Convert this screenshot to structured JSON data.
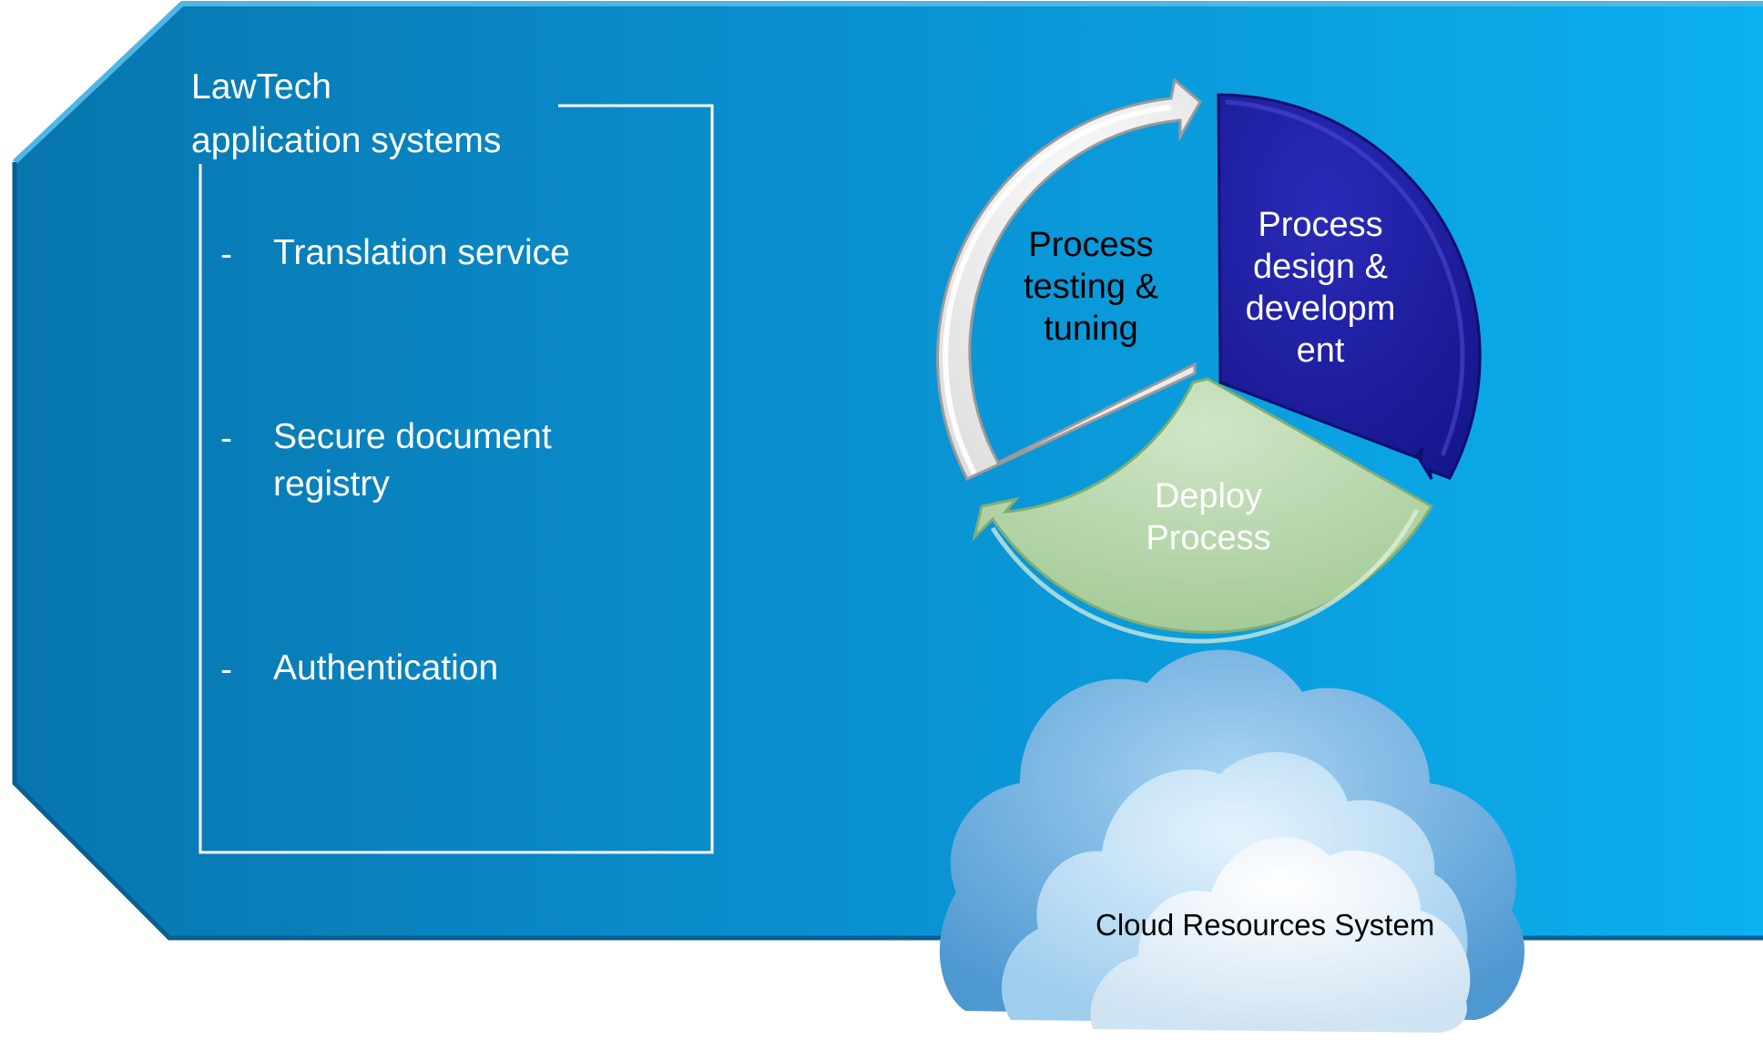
{
  "system": {
    "title": "LawTech\napplication systems",
    "items": [
      {
        "dash": "-",
        "label": "Translation service"
      },
      {
        "dash": "-",
        "label": "Secure document\nregistry"
      },
      {
        "dash": "-",
        "label": "Authentication"
      }
    ]
  },
  "cycle": {
    "segments": [
      {
        "label": "Process\ndesign &\ndevelopm\nent",
        "color": "#1f1f9e"
      },
      {
        "label": "Deploy\nProcess",
        "color": "#b9d8ae"
      },
      {
        "label": "Process\ntesting &\ntuning",
        "color": "#f2f2f2"
      }
    ]
  },
  "cloud": {
    "label": "Cloud Resources System"
  },
  "colors": {
    "banner_dark": "#0a7ab4",
    "banner_light": "#0aa6e8",
    "white": "#ffffff"
  }
}
